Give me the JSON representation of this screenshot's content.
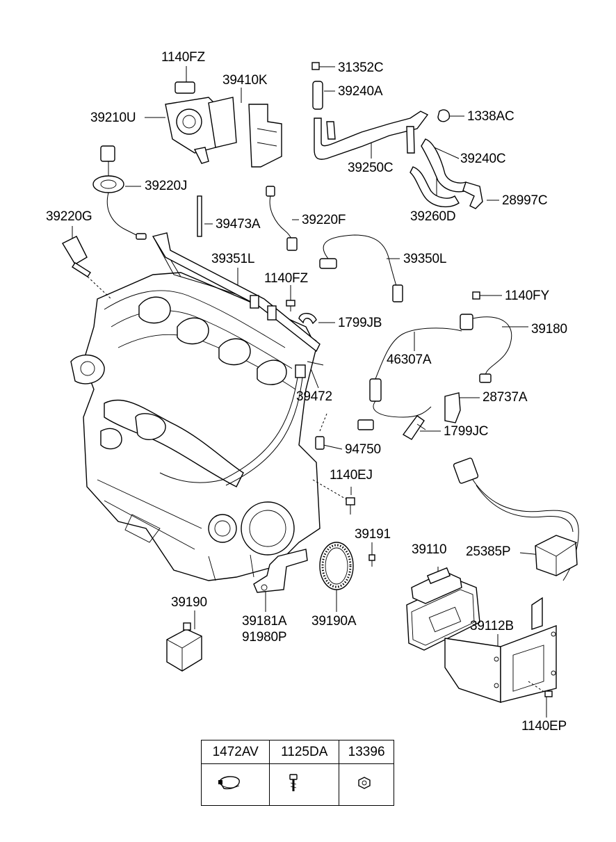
{
  "labels": {
    "1140FZ_top": "1140FZ",
    "39410K": "39410K",
    "39210U": "39210U",
    "31352C": "31352C",
    "39240A": "39240A",
    "1338AC": "1338AC",
    "39250C": "39250C",
    "39240C": "39240C",
    "28997C": "28997C",
    "39260D": "39260D",
    "39220J": "39220J",
    "39220G": "39220G",
    "39473A": "39473A",
    "39220F": "39220F",
    "39350L": "39350L",
    "39351L": "39351L",
    "1140FZ_mid": "1140FZ",
    "1140FY": "1140FY",
    "1799JB": "1799JB",
    "39180": "39180",
    "46307A": "46307A",
    "39472": "39472",
    "28737A": "28737A",
    "1799JC": "1799JC",
    "94750": "94750",
    "1140EJ": "1140EJ",
    "39191": "39191",
    "39110": "39110",
    "25385P": "25385P",
    "39190": "39190",
    "39181A": "39181A",
    "91980P": "91980P",
    "39190A": "39190A",
    "39112B": "39112B",
    "1140EP": "1140EP"
  },
  "table": {
    "headers": [
      "1472AV",
      "1125DA",
      "13396"
    ],
    "icons": [
      "hose-clamp-icon",
      "bolt-icon",
      "nut-icon"
    ]
  }
}
